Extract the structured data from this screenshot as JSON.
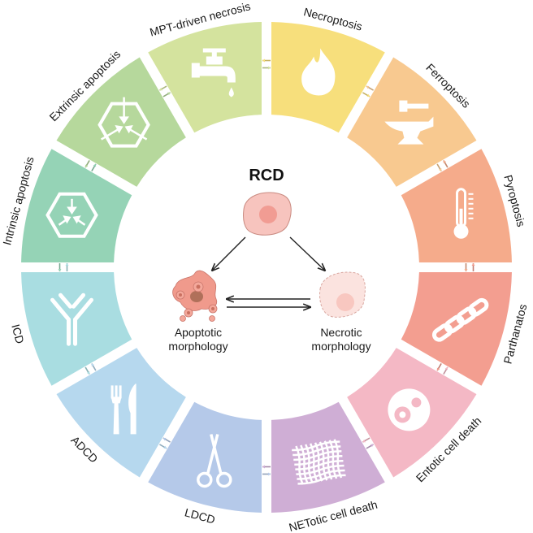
{
  "title": "RCD",
  "center": {
    "apoptotic": [
      "Apoptotic",
      "morphology"
    ],
    "necrotic": [
      "Necrotic",
      "morphology"
    ]
  },
  "segments": [
    {
      "label": "Necroptosis",
      "color": "#f7df7c",
      "icon": "flame"
    },
    {
      "label": "Ferroptosis",
      "color": "#f8c990",
      "icon": "anvil-hammer"
    },
    {
      "label": "Pyroptosis",
      "color": "#f5ab8b",
      "icon": "thermometer"
    },
    {
      "label": "Parthanatos",
      "color": "#f39e90",
      "icon": "chain"
    },
    {
      "label": "Entotic cell death",
      "color": "#f4b8c5",
      "icon": "cell-in-cell"
    },
    {
      "label": "NETotic cell death",
      "color": "#cfaed5",
      "icon": "net"
    },
    {
      "label": "LDCD",
      "color": "#b5c9e9",
      "icon": "scissors"
    },
    {
      "label": "ADCD",
      "color": "#b6d8ee",
      "icon": "fork-knife"
    },
    {
      "label": "ICD",
      "color": "#a9dde1",
      "icon": "antibody"
    },
    {
      "label": "Intrinsic apoptosis",
      "color": "#95d3b6",
      "icon": "hexagon-inner-arrows"
    },
    {
      "label": "Extrinsic apoptosis",
      "color": "#b6d89c",
      "icon": "hexagon-outer-arrows"
    },
    {
      "label": "MPT-driven necrosis",
      "color": "#d4e39e",
      "icon": "tap"
    }
  ]
}
